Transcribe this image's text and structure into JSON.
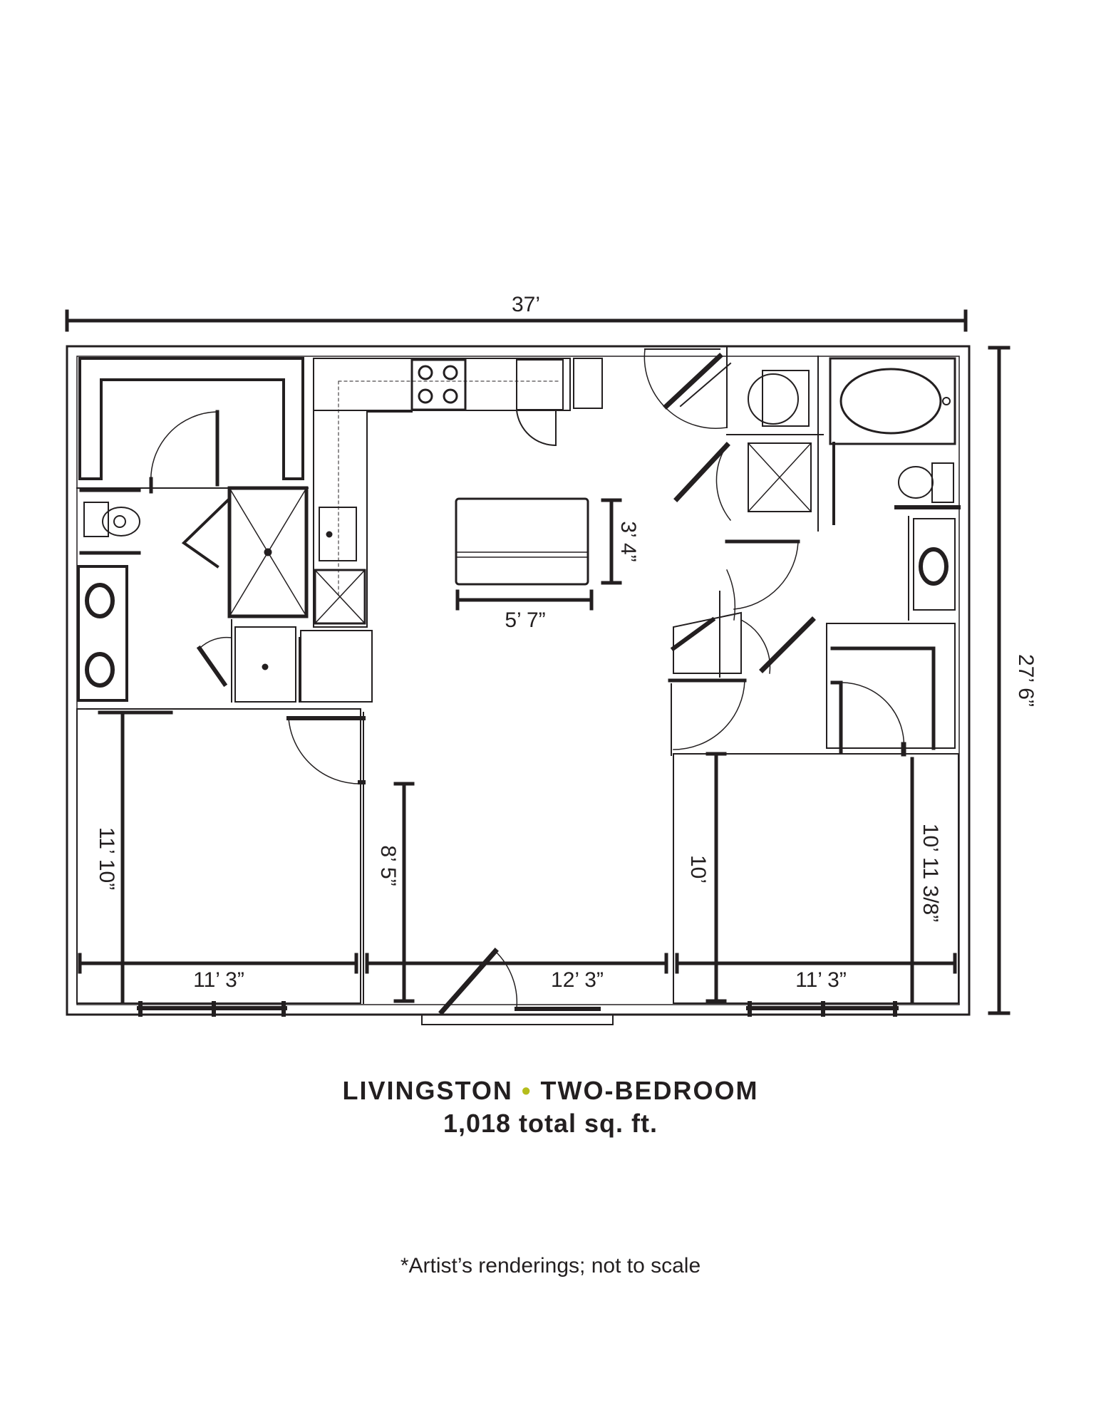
{
  "colors": {
    "ink": "#231f20",
    "accent": "#b5bd1c"
  },
  "dimensions": {
    "overall_width": "37’",
    "overall_depth": "27’ 6”",
    "island_width": "5’ 7”",
    "island_depth": "3’ 4”",
    "bedroom_left_width": "11’ 3”",
    "bedroom_left_depth": "11’ 10”",
    "living_width": "12’ 3”",
    "living_depth": "8’ 5”",
    "bedroom_right_width": "11’ 3”",
    "bedroom_right_depth_a": "10’",
    "bedroom_right_depth_b": "10’ 11 3/8”"
  },
  "caption": {
    "name": "LIVINGSTON",
    "separator": "•",
    "type": "TWO-BEDROOM",
    "area": "1,018 total sq. ft."
  },
  "note": "*Artist’s renderings; not to scale"
}
